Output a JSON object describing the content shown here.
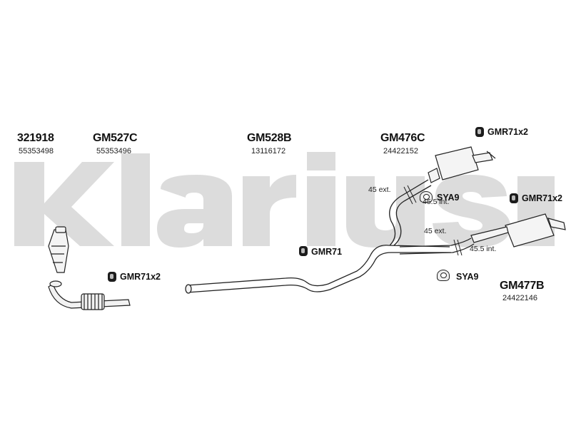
{
  "brand": {
    "watermark": "Klarius",
    "color": "#d9d9d9"
  },
  "parts": [
    {
      "code": "321918",
      "number": "55353498"
    },
    {
      "code": "GM527C",
      "number": "55353496"
    },
    {
      "code": "GM528B",
      "number": "13116172"
    },
    {
      "code": "GM476C",
      "number": "24422152"
    },
    {
      "code": "GM477B",
      "number": "24422146"
    }
  ],
  "fittings": {
    "gmr71x2_top": "GMR71x2",
    "gmr71x2_right": "GMR71x2",
    "gmr71x2_left": "GMR71x2",
    "gmr71_mid": "GMR71",
    "sya9_upper": "SYA9",
    "sya9_lower": "SYA9"
  },
  "dimensions": {
    "d1": "45 ext.",
    "d2": "45.5 int.",
    "d3": "45 ext.",
    "d4": "45.5 int."
  }
}
